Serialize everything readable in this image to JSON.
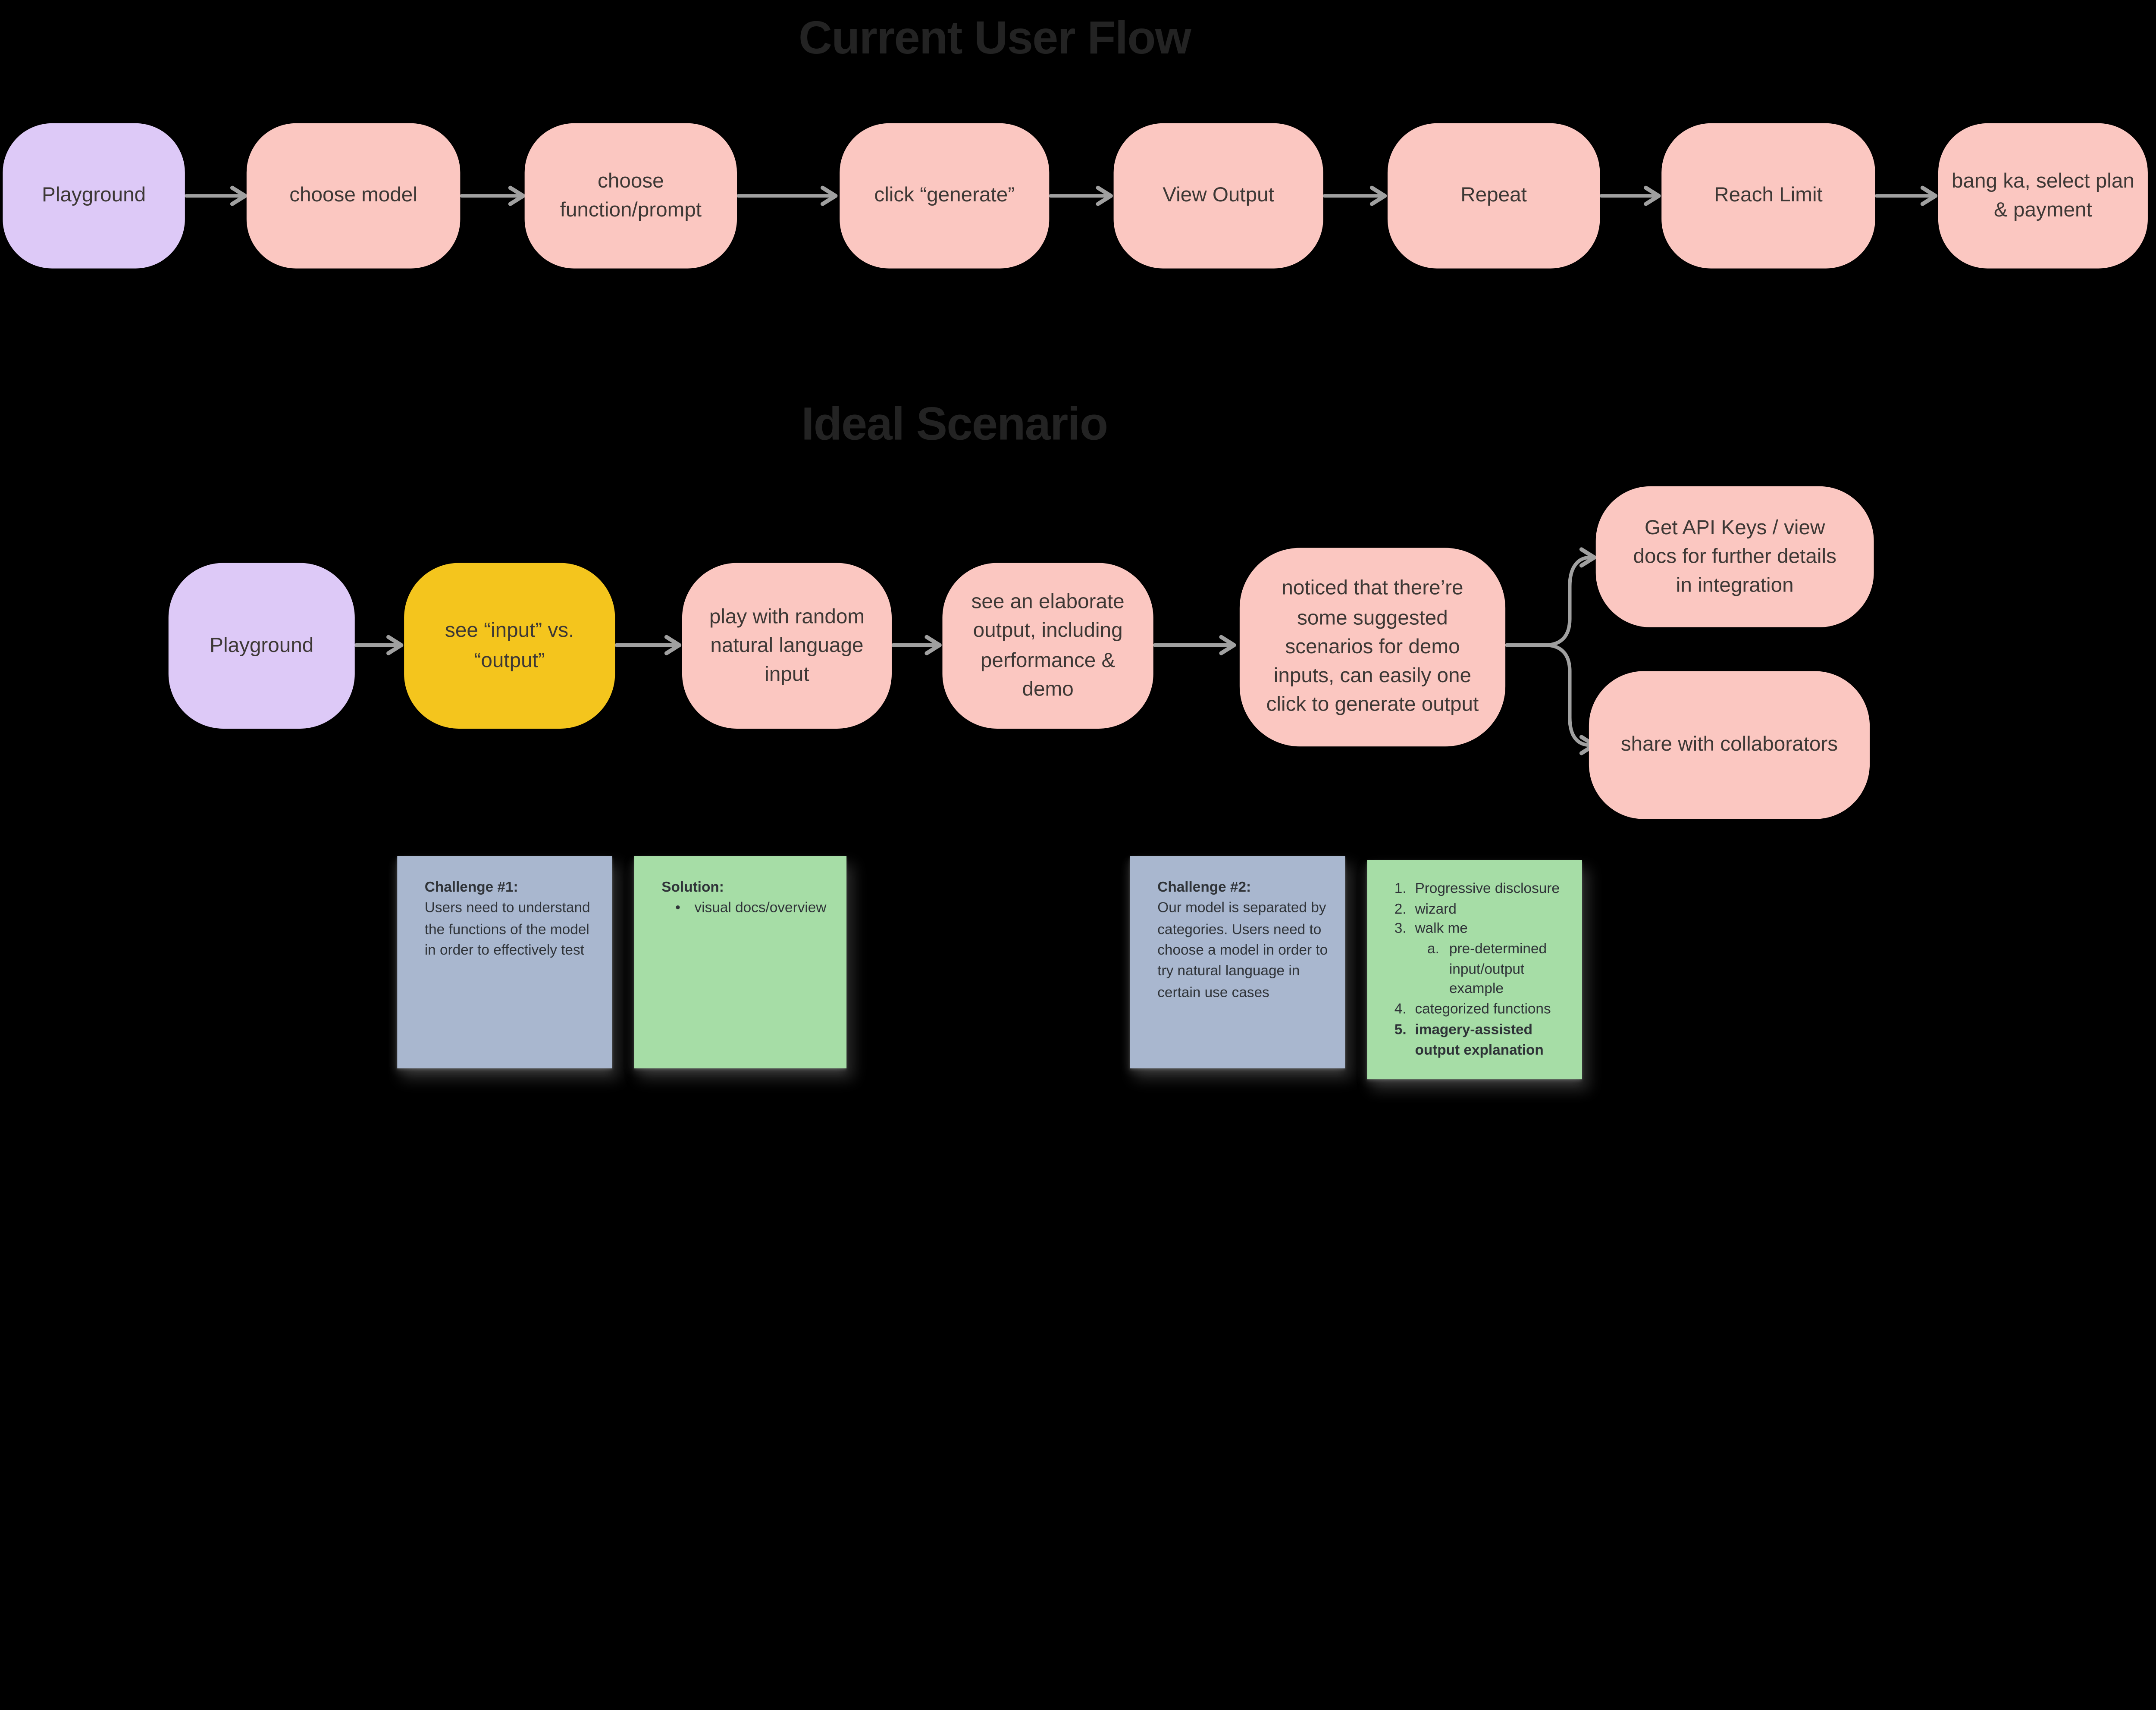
{
  "colors": {
    "background": "#000000",
    "node_pink": "#FBC7C1",
    "node_purple": "#DDC9F7",
    "node_yellow": "#F4C51D",
    "sticky_blue": "#A9B7CF",
    "sticky_green": "#A6DDA6",
    "arrow": "#A0A0A0",
    "heading_text": "#232323",
    "node_text": "#3D3835",
    "sticky_text": "#2F3338"
  },
  "sections": {
    "current_user_flow": {
      "title": "Current User Flow",
      "nodes": [
        {
          "label": "Playground"
        },
        {
          "label": "choose model"
        },
        {
          "label": "choose function/prompt"
        },
        {
          "label": "click “generate”"
        },
        {
          "label": "View Output"
        },
        {
          "label": "Repeat"
        },
        {
          "label": "Reach Limit"
        },
        {
          "label": "bang ka, select plan & payment"
        }
      ]
    },
    "ideal_scenario": {
      "title": "Ideal Scenario",
      "nodes": [
        {
          "label": "Playground"
        },
        {
          "label": "see “input” vs. “output”"
        },
        {
          "label": "play with random natural language input"
        },
        {
          "label": "see an elaborate output, including performance & demo"
        },
        {
          "label": "noticed that there’re some suggested scenarios for demo inputs, can easily one click to generate output"
        },
        {
          "label": "Get API Keys / view docs for further details in integration"
        },
        {
          "label": "share with collaborators"
        }
      ]
    }
  },
  "stickies": [
    {
      "title": "Challenge #1:",
      "body": "Users need to understand the functions of the model in order to effectively test"
    },
    {
      "title": "Solution:",
      "bullet_marker": "•",
      "bullet_text": "visual docs/overview"
    },
    {
      "title": "Challenge #2:",
      "body": "Our model is separated by categories. Users need to choose a model in order to try natural language in certain use cases"
    },
    {
      "items": [
        {
          "marker": "1.",
          "text": "Progressive disclosure"
        },
        {
          "marker": "2.",
          "text": "wizard"
        },
        {
          "marker": "3.",
          "text": "walk me"
        },
        {
          "marker": "a.",
          "text": "pre-determined input/output example"
        },
        {
          "marker": "4.",
          "text": "categorized functions"
        },
        {
          "marker": "5.",
          "text": "imagery-assisted output explanation"
        }
      ]
    }
  ]
}
